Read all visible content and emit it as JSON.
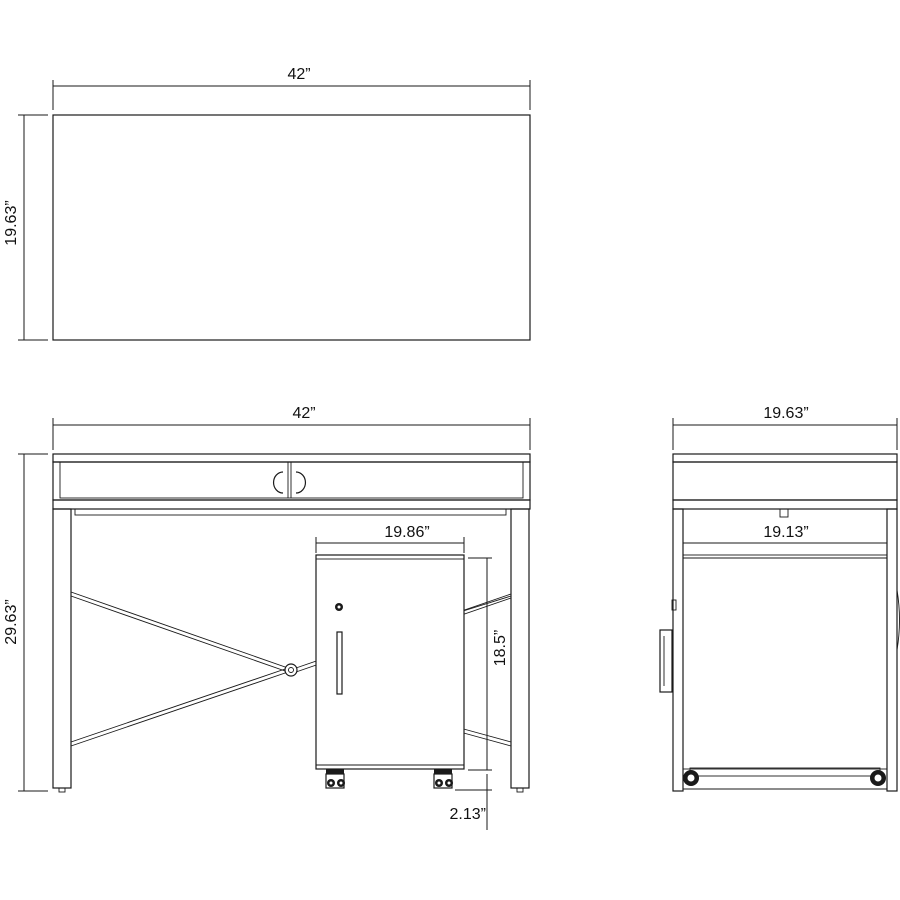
{
  "top_view": {
    "width_label": "42”",
    "depth_label": "19.63”"
  },
  "front_view": {
    "width_label": "42”",
    "height_label": "29.63”",
    "pedestal_width_label": "19.86”",
    "pedestal_height_label": "18.5”",
    "caster_height_label": "2.13”"
  },
  "side_view": {
    "depth_label": "19.63”",
    "inner_depth_label": "19.13”"
  }
}
